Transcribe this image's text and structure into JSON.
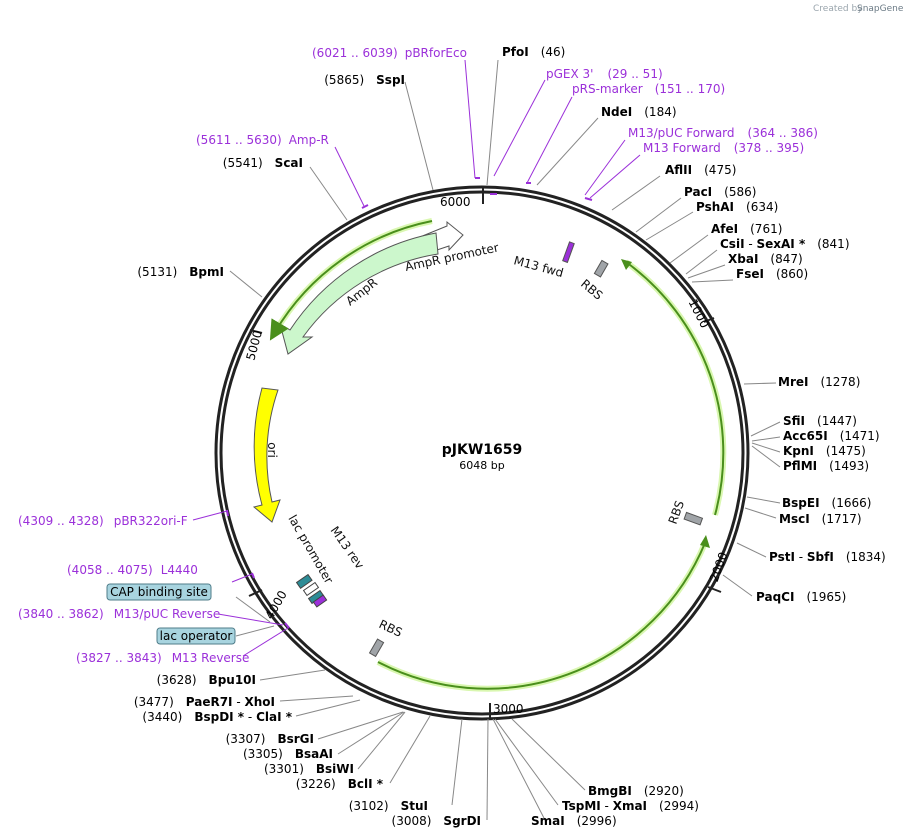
{
  "credit": {
    "prefix": "Created by",
    "brand": "SnapGene"
  },
  "plasmid": {
    "name": "pJKW1659",
    "length": "6048 bp"
  },
  "ticks": [
    "6000",
    "1000",
    "2000",
    "3000",
    "4000",
    "5000"
  ],
  "enzymes": [
    {
      "name": "PfoI",
      "pos": "(46)"
    },
    {
      "name": "NdeI",
      "pos": "(184)"
    },
    {
      "name": "AflII",
      "pos": "(475)"
    },
    {
      "name": "PacI",
      "pos": "(586)"
    },
    {
      "name": "PshAI",
      "pos": "(634)"
    },
    {
      "name": "AfeI",
      "pos": "(761)"
    },
    {
      "name": "CsiI",
      "sep": " - ",
      "name2": "SexAI *",
      "pos": "(841)"
    },
    {
      "name": "XbaI",
      "pos": "(847)"
    },
    {
      "name": "FseI",
      "pos": "(860)"
    },
    {
      "name": "MreI",
      "pos": "(1278)"
    },
    {
      "name": "SfiI",
      "pos": "(1447)"
    },
    {
      "name": "Acc65I",
      "pos": "(1471)"
    },
    {
      "name": "KpnI",
      "pos": "(1475)"
    },
    {
      "name": "PflMI",
      "pos": "(1493)"
    },
    {
      "name": "BspEI",
      "pos": "(1666)"
    },
    {
      "name": "MscI",
      "pos": "(1717)"
    },
    {
      "name": "PstI",
      "sep": " - ",
      "name2": "SbfI",
      "pos": "(1834)"
    },
    {
      "name": "PaqCI",
      "pos": "(1965)"
    },
    {
      "name": "BmgBI",
      "pos": "(2920)"
    },
    {
      "name": "TspMI",
      "sep": " - ",
      "name2": "XmaI",
      "pos": "(2994)"
    },
    {
      "name": "SmaI",
      "pos": "(2996)"
    },
    {
      "name": "SgrDI",
      "pos": "(3008)"
    },
    {
      "name": "StuI",
      "pos": "(3102)"
    },
    {
      "name": "BclI *",
      "pos": "(3226)"
    },
    {
      "name": "BsiWI",
      "pos": "(3301)"
    },
    {
      "name": "BsaAI",
      "pos": "(3305)"
    },
    {
      "name": "BsrGI",
      "pos": "(3307)"
    },
    {
      "name": "BspDI *",
      "sep": " - ",
      "name2": "ClaI *",
      "pos": "(3440)"
    },
    {
      "name": "PaeR7I",
      "sep": " - ",
      "name2": "XhoI",
      "pos": "(3477)"
    },
    {
      "name": "Bpu10I",
      "pos": "(3628)"
    },
    {
      "name": "BpmI",
      "pos": "(5131)"
    },
    {
      "name": "ScaI",
      "pos": "(5541)"
    },
    {
      "name": "SspI",
      "pos": "(5865)"
    }
  ],
  "primers": [
    {
      "name": "pBRforEco",
      "range": "(6021 .. 6039)"
    },
    {
      "name": "pGEX 3'",
      "range": "(29 .. 51)"
    },
    {
      "name": "pRS-marker",
      "range": "(151 .. 170)"
    },
    {
      "name": "M13/pUC Forward",
      "range": "(364 .. 386)"
    },
    {
      "name": "M13 Forward",
      "range": "(378 .. 395)"
    },
    {
      "name": "Amp-R",
      "range": "(5611 .. 5630)"
    },
    {
      "name": "pBR322ori-F",
      "range": "(4309 .. 4328)"
    },
    {
      "name": "L4440",
      "range": "(4058 .. 4075)"
    },
    {
      "name": "M13/pUC Reverse",
      "range": "(3840 .. 3862)"
    },
    {
      "name": "M13 Reverse",
      "range": "(3827 .. 3843)"
    }
  ],
  "badges": [
    "CAP binding site",
    "lac operator"
  ],
  "features": {
    "ampr_promoter": "AmpR promoter",
    "ampr": "AmpR",
    "m13_fwd": "M13 fwd",
    "rbs": "RBS",
    "ori": "ori",
    "lac_promoter": "lac promoter",
    "m13_rev": "M13 rev"
  },
  "colors": {
    "backbone": "#222222",
    "primer": "#9b30d9",
    "ampr_fill": "#ccf7cc",
    "ori_fill": "#ffff00",
    "orf_green": "#4a8f1c",
    "orf_glow": "#d9f7b0",
    "rbs_fill": "#a0a4a8",
    "badge_fill": "#a8d4df"
  }
}
